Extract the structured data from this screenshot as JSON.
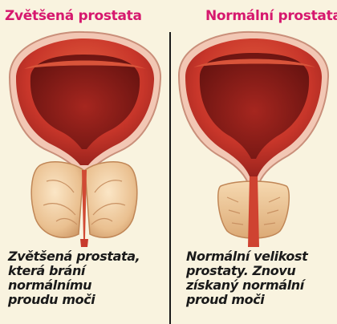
{
  "panels": {
    "left": {
      "heading": "Zvětšená prostata",
      "caption_lines": [
        "Zvětšená prostata,",
        "která brání",
        "normálnímu",
        "proudu moči"
      ]
    },
    "right": {
      "heading": "Normální prostata",
      "caption_lines": [
        "Normální velikost",
        "prostaty. Znovu",
        "získaný normální",
        "proud moči"
      ]
    }
  },
  "colors": {
    "heading": "#d6186e",
    "caption": "#1a1a1a",
    "tissue": "#c9382b",
    "prostate": "#ecc79a"
  }
}
